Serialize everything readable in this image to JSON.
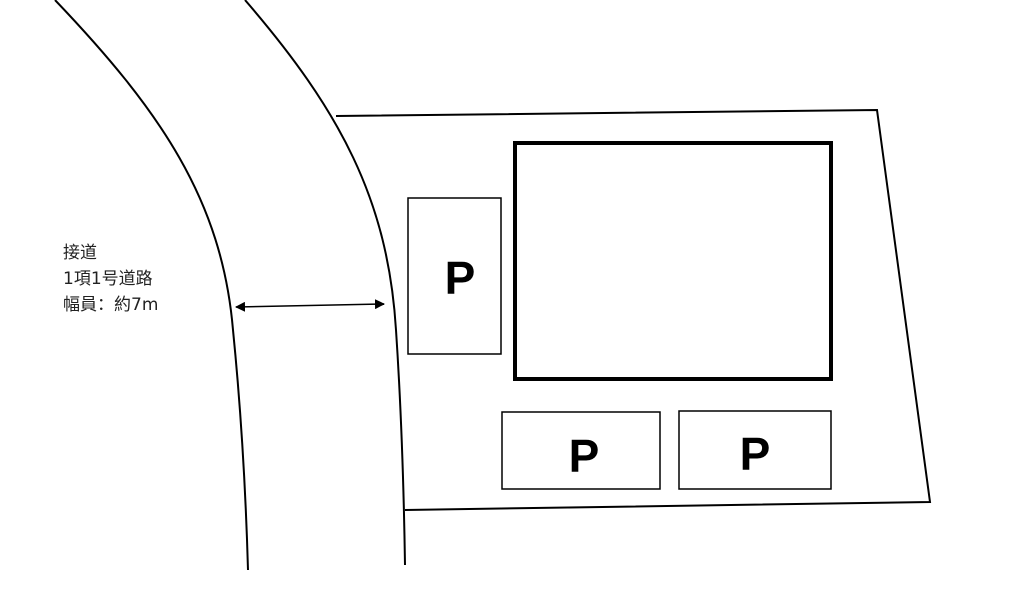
{
  "road": {
    "label_line1": "接道",
    "label_line2": "1項1号道路",
    "label_line3": "幅員：約7m"
  },
  "parking": [
    {
      "label": "P"
    },
    {
      "label": "P"
    },
    {
      "label": "P"
    }
  ],
  "colors": {
    "line": "#000000",
    "background": "#ffffff"
  }
}
